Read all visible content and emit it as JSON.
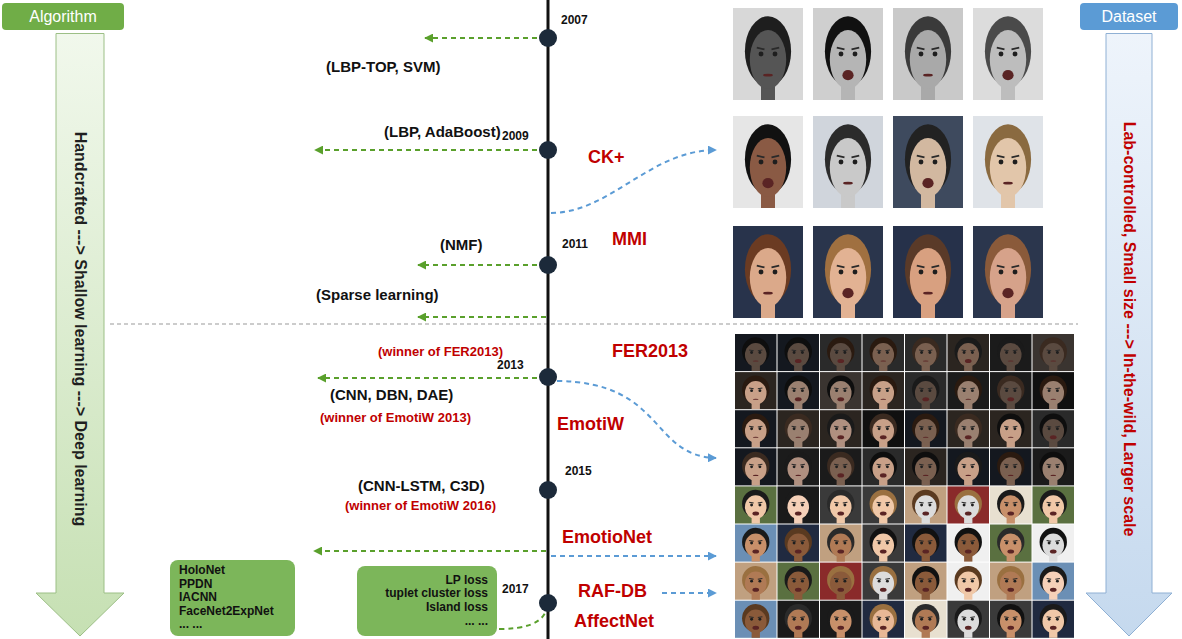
{
  "diagram": {
    "nodes": [
      {
        "text": [
          "Algorithm"
        ]
      },
      {
        "text": [
          "Dataset"
        ]
      },
      {
        "text": [
          "Handcrafted ---> Shallow learning ---> Deep learning"
        ]
      },
      {
        "text": [
          "Lab-controlled, Small size ---> In-the-wild, Larger scale"
        ]
      },
      {
        "text": [
          "HoloNet",
          "PPDN",
          "IACNN",
          "FaceNet2ExpNet",
          "... ..."
        ]
      },
      {
        "text": [
          "LP loss",
          "tuplet cluster loss",
          "Island loss",
          "... ..."
        ]
      }
    ],
    "labels": [
      "2007",
      "(LBP-TOP, SVM)",
      "(LBP, AdaBoost)",
      "2009",
      "CK+",
      "MMI",
      "(NMF)",
      "2011",
      "(Sparse learning)",
      "(winner of FER2013)",
      "2013",
      "FER2013",
      "(CNN, DBN, DAE)",
      "(winner of EmotiW 2013)",
      "EmotiW",
      "(CNN-LSTM, C3D)",
      "2015",
      "(winner of EmotiW 2016)",
      "EmotioNet",
      "2017",
      "RAF-DB",
      "AffectNet"
    ]
  }
}
